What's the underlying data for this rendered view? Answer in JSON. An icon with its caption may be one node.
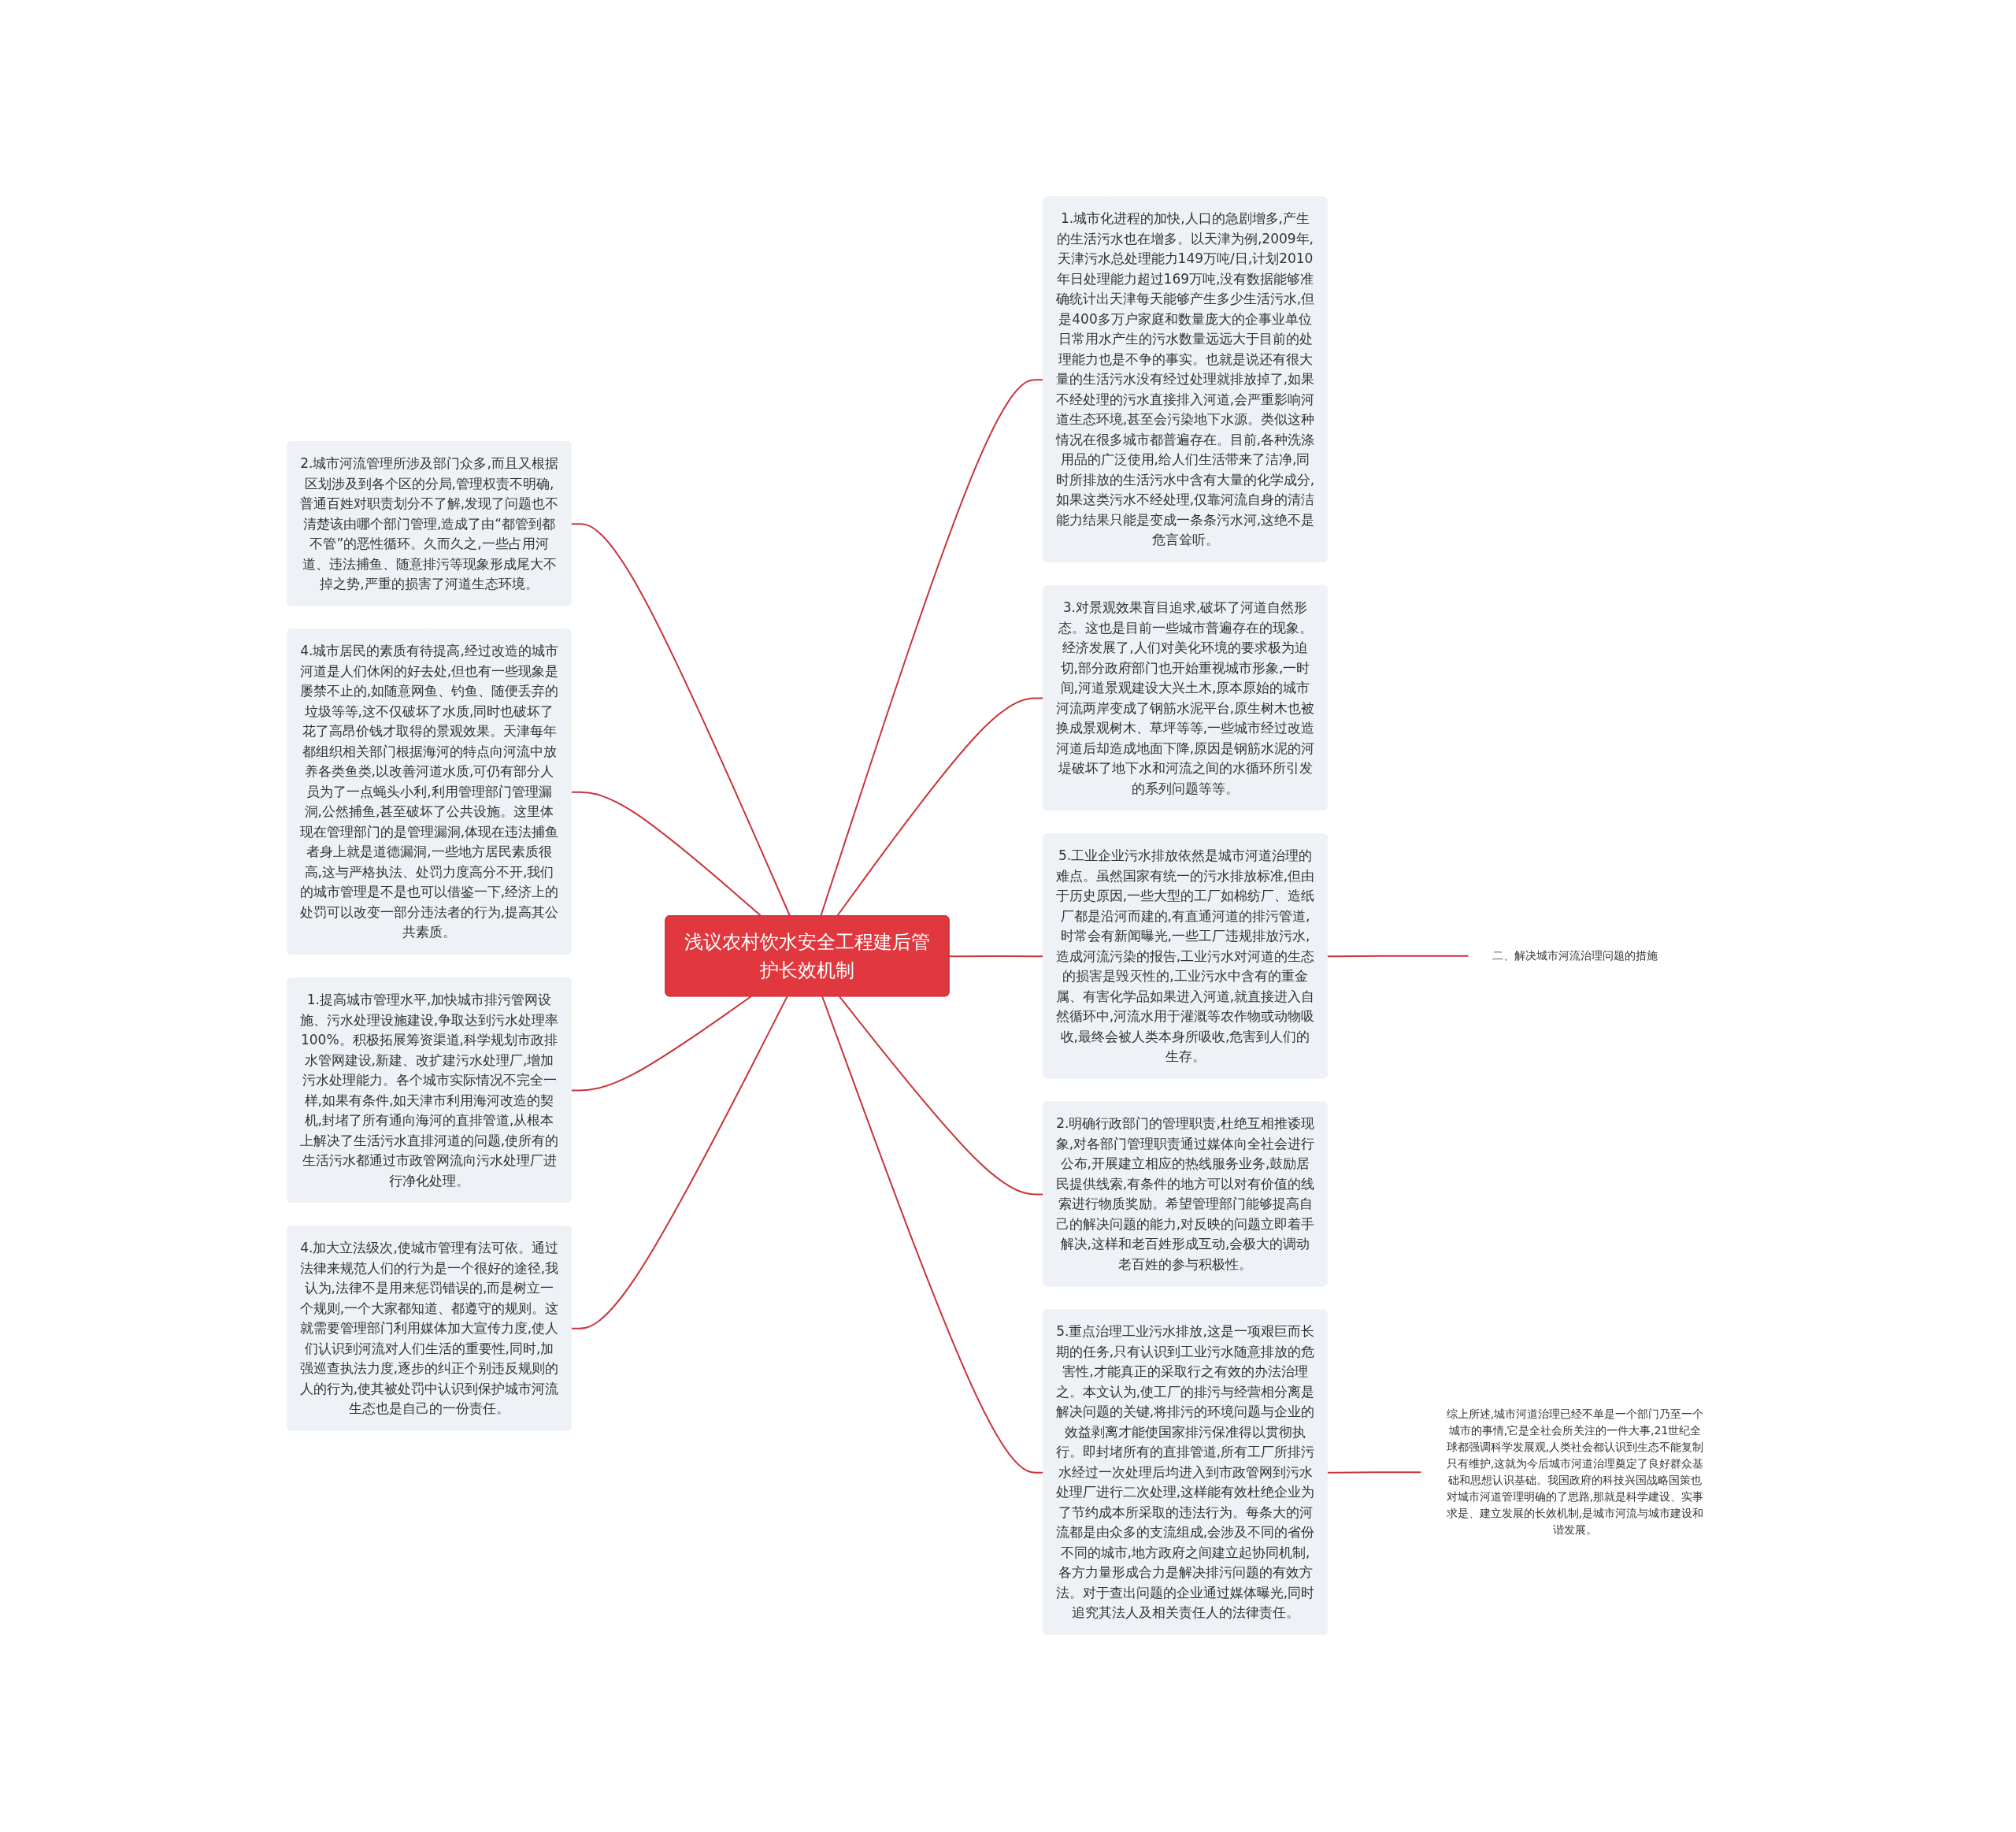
{
  "diagram": {
    "nodes": [
      {
        "text": [
          "浅议农村饮水安全工程建后管护长效机制"
        ]
      },
      {
        "text": [
          "1.城市化进程的加快,人口的急剧增多,产生的生活污水也在增多。以天津为例,2009年,天津污水总处理能力149万吨/日,计划2010年日处理能力超过169万吨,没有数据能够准确统计出天津每天能够产生多少生活污水,但是400多万户家庭和数量庞大的企事业单位日常用水产生的污水数量远远大于目前的处理能力也是不争的事实。也就是说还有很大量的生活污水没有经过处理就排放掉了,如果不经处理的污水直接排入河道,会严重影响河道生态环境,甚至会污染地下水源。类似这种情况在很多城市都普遍存在。目前,各种洗涤用品的广泛使用,给人们生活带来了洁净,同时所排放的生活污水中含有大量的化学成分,如果这类污水不经处理,仅靠河流自身的清洁能力结果只能是变成一条条污水河,这绝不是危言耸听。"
        ]
      },
      {
        "text": [
          "3.对景观效果盲目追求,破坏了河道自然形态。这也是目前一些城市普遍存在的现象。经济发展了,人们对美化环境的要求极为迫切,部分政府部门也开始重视城市形象,一时间,河道景观建设大兴土木,原本原始的城市河流两岸变成了钢筋水泥平台,原生树木也被换成景观树木、草坪等等,一些城市经过改造河道后却造成地面下降,原因是钢筋水泥的河堤破坏了地下水和河流之间的水循环所引发的系列问题等等。"
        ]
      },
      {
        "text": [
          "5.工业企业污水排放依然是城市河道治理的难点。虽然国家有统一的污水排放标准,但由于历史原因,一些大型的工厂如棉纺厂、造纸厂都是沿河而建的,有直通河道的排污管道,时常会有新闻曝光,一些工厂违规排放污水,造成河流污染的报告,工业污水对河道的生态的损害是毁灭性的,工业污水中含有的重金属、有害化学品如果进入河道,就直接进入自然循环中,河流水用于灌溉等农作物或动物吸收,最终会被人类本身所吸收,危害到人们的生存。"
        ]
      },
      {
        "text": [
          "二、解决城市河流治理问题的措施"
        ]
      },
      {
        "text": [
          "2.明确行政部门的管理职责,杜绝互相推诿现象,对各部门管理职责通过媒体向全社会进行公布,开展建立相应的热线服务业务,鼓励居民提供线索,有条件的地方可以对有价值的线索进行物质奖励。希望管理部门能够提高自己的解决问题的能力,对反映的问题立即着手解决,这样和老百姓形成互动,会极大的调动老百姓的参与积极性。"
        ]
      },
      {
        "text": [
          "5.重点治理工业污水排放,这是一项艰巨而长期的任务,只有认识到工业污水随意排放的危害性,才能真正的采取行之有效的办法治理之。本文认为,使工厂的排污与经营相分离是解决问题的关键,将排污的环境问题与企业的效益剥离才能使国家排污保准得以贯彻执行。即封堵所有的直排管道,所有工厂所排污水经过一次处理后均进入到市政管网到污水处理厂进行二次处理,这样能有效杜绝企业为了节约成本所采取的违法行为。每条大的河流都是由众多的支流组成,会涉及不同的省份不同的城市,地方政府之间建立起协同机制,各方力量形成合力是解决排污问题的有效方法。对于查出问题的企业通过媒体曝光,同时追究其法人及相关责任人的法律责任。"
        ]
      },
      {
        "text": [
          "综上所述,城市河道治理已经不单是一个部门乃至一个城市的事情,它是全社会所关注的一件大事,21世纪全球都强调科学发展观,人类社会都认识到生态不能复制只有维护,这就为今后城市河道治理奠定了良好群众基础和思想认识基础。我国政府的科技兴国战略国策也对城市河道管理明确的了思路,那就是科学建设、实事求是、建立发展的长效机制,是城市河流与城市建设和谐发展。"
        ]
      },
      {
        "text": [
          "2.城市河流管理所涉及部门众多,而且又根据区划涉及到各个区的分局,管理权责不明确,普通百姓对职责划分不了解,发现了问题也不清楚该由哪个部门管理,造成了由“都管到都不管”的恶性循环。久而久之,一些占用河道、违法捕鱼、随意排污等现象形成尾大不掉之势,严重的损害了河道生态环境。"
        ]
      },
      {
        "text": [
          "4.城市居民的素质有待提高,经过改造的城市河道是人们休闲的好去处,但也有一些现象是屡禁不止的,如随意网鱼、钓鱼、随便丢弃的垃圾等等,这不仅破坏了水质,同时也破坏了花了高昂价钱才取得的景观效果。天津每年都组织相关部门根据海河的特点向河流中放养各类鱼类,以改善河道水质,可仍有部分人员为了一点蝇头小利,利用管理部门管理漏洞,公然捕鱼,甚至破坏了公共设施。这里体现在管理部门的是管理漏洞,体现在违法捕鱼者身上就是道德漏洞,一些地方居民素质很高,这与严格执法、处罚力度高分不开,我们的城市管理是不是也可以借鉴一下,经济上的处罚可以改变一部分违法者的行为,提高其公共素质。"
        ]
      },
      {
        "text": [
          "1.提高城市管理水平,加快城市排污管网设施、污水处理设施建设,争取达到污水处理率100%。积极拓展筹资渠道,科学规划市政排水管网建设,新建、改扩建污水处理厂,增加污水处理能力。各个城市实际情况不完全一样,如果有条件,如天津市利用海河改造的契机,封堵了所有通向海河的直排管道,从根本上解决了生活污水直排河道的问题,使所有的生活污水都通过市政管网流向污水处理厂进行净化处理。"
        ]
      },
      {
        "text": [
          "4.加大立法级次,使城市管理有法可依。通过法律来规范人们的行为是一个很好的途径,我认为,法律不是用来惩罚错误的,而是树立一个规则,一个大家都知道、都遵守的规则。这就需要管理部门利用媒体加大宣传力度,使人们认识到河流对人们生活的重要性,同时,加强巡查执法力度,逐步的纠正个别违反规则的人的行为,使其被处罚中认识到保护城市河流生态也是自己的一份责任。"
        ]
      }
    ],
    "edges": [
      {
        "from": 0,
        "to": 1,
        "arrow": "none"
      },
      {
        "from": 0,
        "to": 2,
        "arrow": "none"
      },
      {
        "from": 0,
        "to": 3,
        "arrow": "none"
      },
      {
        "from": 3,
        "to": 4,
        "arrow": "none"
      },
      {
        "from": 0,
        "to": 5,
        "arrow": "none"
      },
      {
        "from": 0,
        "to": 6,
        "arrow": "none"
      },
      {
        "from": 6,
        "to": 7,
        "arrow": "none"
      },
      {
        "from": 0,
        "to": 8,
        "arrow": "none"
      },
      {
        "from": 0,
        "to": 9,
        "arrow": "none"
      },
      {
        "from": 0,
        "to": 10,
        "arrow": "none"
      },
      {
        "from": 0,
        "to": 11,
        "arrow": "none"
      }
    ]
  }
}
